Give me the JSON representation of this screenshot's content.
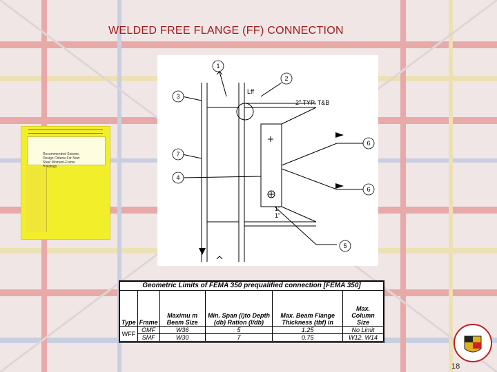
{
  "slide": {
    "title": "WELDED FREE FLANGE (FF) CONNECTION",
    "page_number": "18"
  },
  "cover": {
    "heading_lines": [
      "Recommended Seismic",
      "Design Criteria For New",
      "Steel Moment-Frame",
      "Buildings"
    ]
  },
  "drawing": {
    "callouts": [
      "1",
      "2",
      "3",
      "7",
      "4",
      "6",
      "6",
      "5"
    ],
    "labels": {
      "lff": "Lff",
      "typ": "2\" TYP. T&B",
      "dim1": "1\"",
      "dim2": "1\""
    }
  },
  "table": {
    "caption": "Geometric Limits of FEMA 350 prequalified connection [FEMA 350]",
    "headers": [
      "Type",
      "Frame",
      "Maximu m Beam Size",
      "Min. Span (l)to Depth (db) Ration (l/db)",
      "Max. Beam Flange Thickness (tbf) in",
      "Max. Column Size"
    ],
    "type_label": "WFF",
    "rows": [
      [
        "OMF",
        "W36",
        "5",
        "1.25",
        "No Limit"
      ],
      [
        "SMF",
        "W30",
        "7",
        "0.75",
        "W12, W14"
      ]
    ]
  }
}
